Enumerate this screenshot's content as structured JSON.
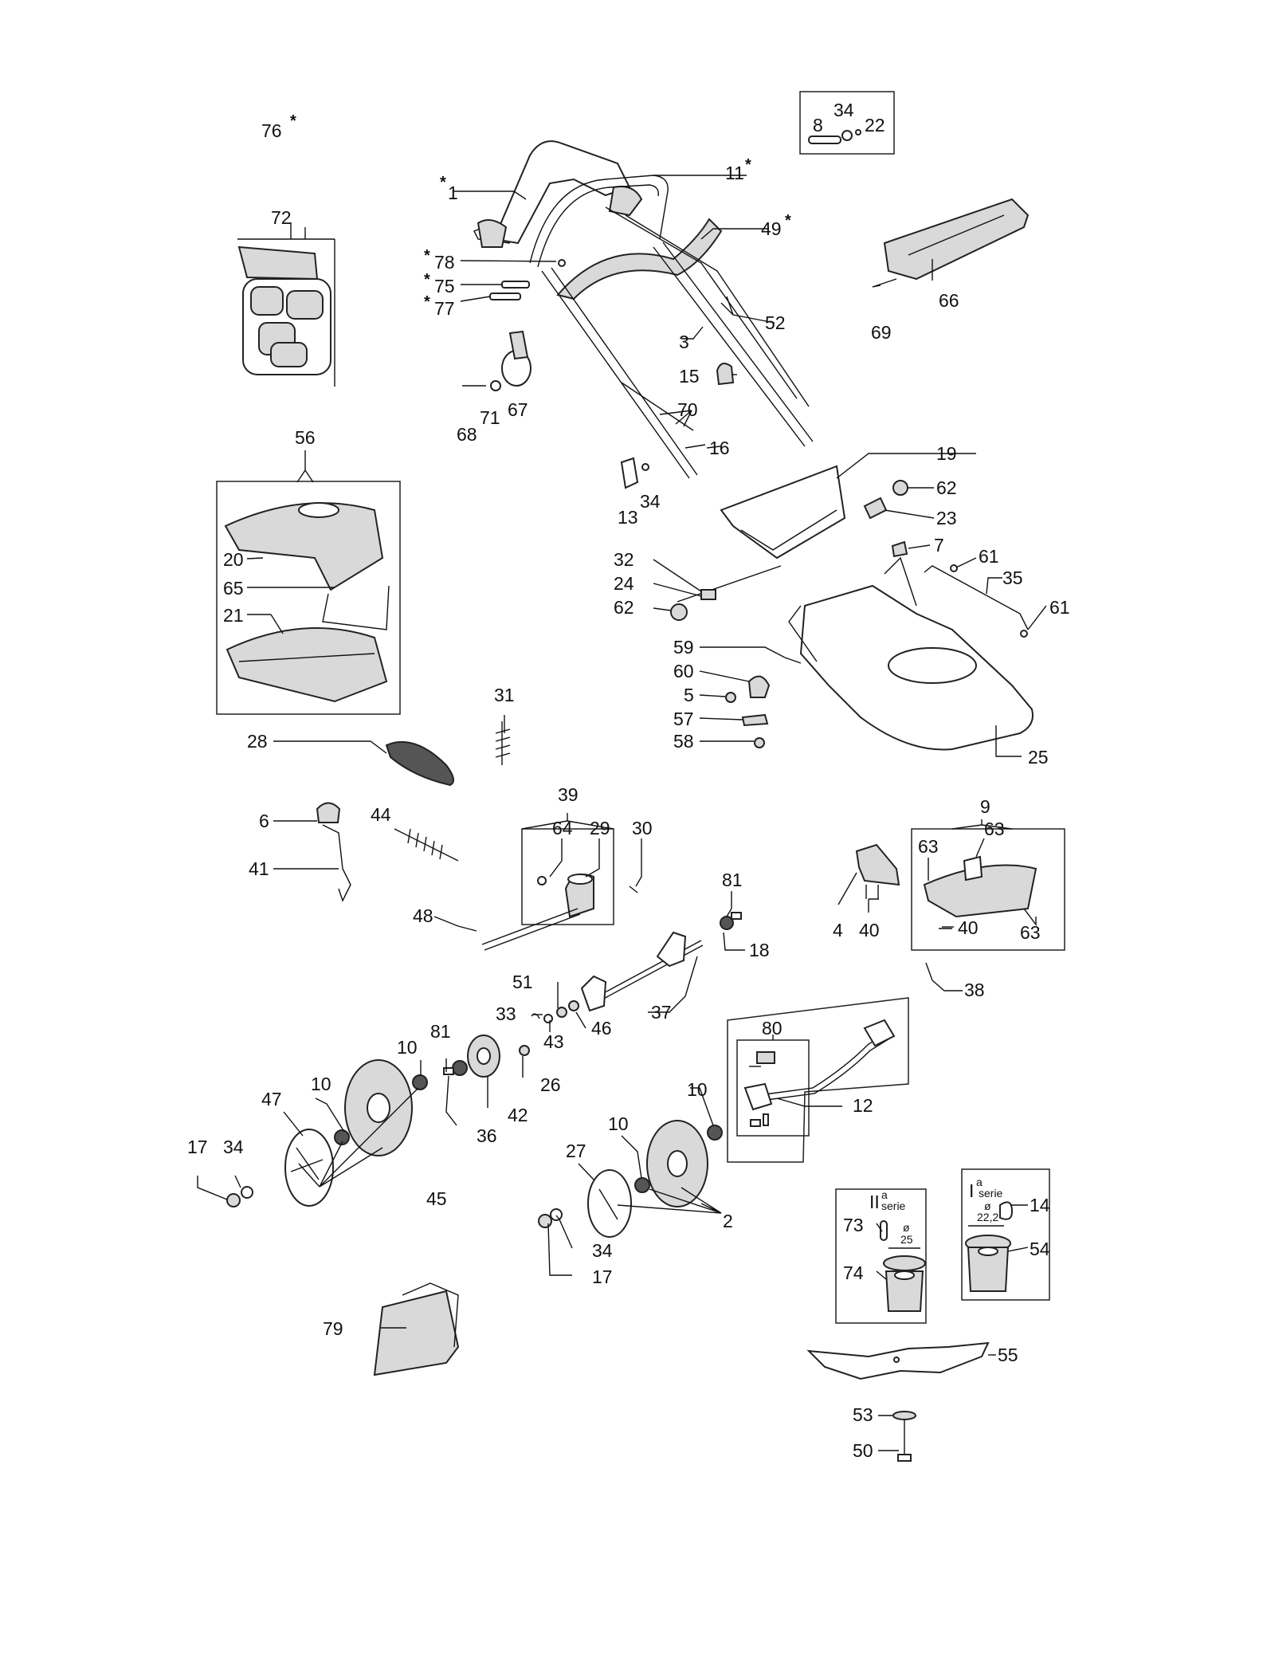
{
  "labels": {
    "l1": "1",
    "l2": "2",
    "l3": "3",
    "l4": "4",
    "l5": "5",
    "l6": "6",
    "l7": "7",
    "l8": "8",
    "l9": "9",
    "l10a": "10",
    "l10b": "10",
    "l10c": "10",
    "l10d": "10",
    "l11": "11",
    "l12": "12",
    "l13": "13",
    "l14": "14",
    "l15": "15",
    "l16": "16",
    "l17a": "17",
    "l17b": "17",
    "l18": "18",
    "l19": "19",
    "l20": "20",
    "l21": "21",
    "l22": "22",
    "l23": "23",
    "l24": "24",
    "l25": "25",
    "l26": "26",
    "l27": "27",
    "l28": "28",
    "l29": "29",
    "l30": "30",
    "l31": "31",
    "l32": "32",
    "l33": "33",
    "l34a": "34",
    "l34b": "34",
    "l34c": "34",
    "l34d": "34",
    "l35": "35",
    "l36": "36",
    "l37": "37",
    "l38": "38",
    "l39": "39",
    "l40a": "40",
    "l40b": "40",
    "l41": "41",
    "l42": "42",
    "l43": "43",
    "l44": "44",
    "l45": "45",
    "l46": "46",
    "l47": "47",
    "l48": "48",
    "l49": "49",
    "l50": "50",
    "l51": "51",
    "l52": "52",
    "l53": "53",
    "l54": "54",
    "l55": "55",
    "l56": "56",
    "l57": "57",
    "l58": "58",
    "l59": "59",
    "l60": "60",
    "l61a": "61",
    "l61b": "61",
    "l62a": "62",
    "l62b": "62",
    "l63a": "63",
    "l63b": "63",
    "l63c": "63",
    "l64": "64",
    "l65": "65",
    "l66": "66",
    "l67": "67",
    "l68": "68",
    "l69": "69",
    "l70": "70",
    "l71": "71",
    "l72": "72",
    "l73": "73",
    "l74": "74",
    "l75": "75",
    "l76": "76",
    "l77": "77",
    "l78": "78",
    "l79": "79",
    "l80": "80",
    "l81a": "81",
    "l81b": "81"
  },
  "asterisk": "*",
  "series_boxes": {
    "second": {
      "roman": "II",
      "sup": "a",
      "word": "serie",
      "diameter_symbol": "ø",
      "diameter": "25"
    },
    "first": {
      "roman": "I",
      "sup": "a",
      "word": "serie",
      "diameter_symbol": "ø",
      "diameter": "22,2"
    }
  }
}
